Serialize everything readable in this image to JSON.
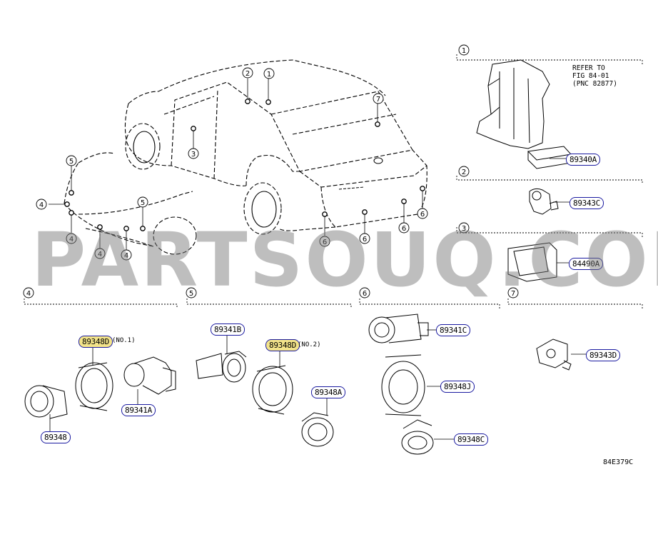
{
  "watermark": "PARTSOUQ.COM",
  "drawing_code": "84E379C",
  "reference_note": "REFER TO\nFIG 84-01\n(PNC 82877)",
  "section_labels": [
    "1",
    "2",
    "3",
    "4",
    "5",
    "6",
    "7"
  ],
  "overview_callouts": [
    "1",
    "2",
    "3",
    "4",
    "5",
    "6",
    "7"
  ],
  "parts": {
    "p89340A": "89340A",
    "p89343C": "89343C",
    "p84490A": "84490A",
    "p89348D_1": "89348D",
    "p89348D_1_note": "(NO.1)",
    "p89341A": "89341A",
    "p89348": "89348",
    "p89341B": "89341B",
    "p89348D_2": "89348D",
    "p89348D_2_note": "(NO.2)",
    "p89348A": "89348A",
    "p89341C": "89341C",
    "p89348J": "89348J",
    "p89348C": "89348C",
    "p89343D": "89343D"
  },
  "colors": {
    "pill_border": "#1a1aa0",
    "highlight": "#f3e48a",
    "line": "#000000",
    "watermark": "#787878"
  }
}
